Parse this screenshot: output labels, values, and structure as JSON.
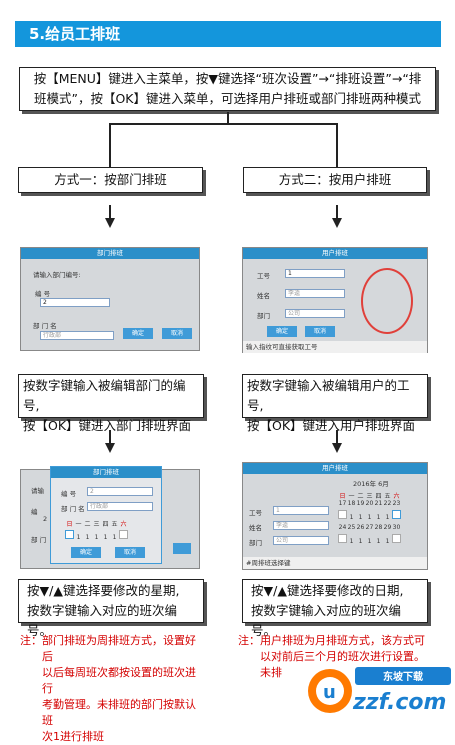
{
  "header": {
    "title": "5.给员工排班"
  },
  "intro": {
    "line1": "按【MENU】键进入主菜单，按▼键选择“班次设置”→“排班设置”→“排",
    "line2": "班模式”，按【OK】键进入菜单，可选择用户排班或部门排班两种模式"
  },
  "left": {
    "method": "方式一：按部门排班",
    "screen1": {
      "title": "部门排班",
      "prompt": "请输入部门编号:",
      "no_label": "编    号",
      "no_value": "2",
      "dept_label": "部 门 名",
      "dept_placeholder": "行政部",
      "ok": "确定",
      "cancel": "取消"
    },
    "step": {
      "line1": "按数字键输入被编辑部门的编号,",
      "line2": "按【OK】键进入部门排班界面"
    },
    "screen2": {
      "title": "部门排班",
      "prompt": "请输",
      "no_side": "编",
      "two": "2",
      "dept_side": "部 门",
      "no_label": "编    号",
      "no_value": "2",
      "dept_label": "部 门 名",
      "dept_placeholder": "行政部",
      "weekdays": [
        "日",
        "一",
        "二",
        "三",
        "四",
        "五",
        "六"
      ],
      "values": [
        "1",
        "1",
        "1",
        "1",
        "1"
      ],
      "ok": "确定",
      "cancel": "取消"
    },
    "step2": {
      "line1": "按▼/▲键选择要修改的星期,",
      "line2": "按数字键输入对应的班次编号。"
    },
    "note": {
      "label": "注：",
      "text1": "部门排班为周排班方式，设置好后",
      "text2": "以后每周班次都按设置的班次进行",
      "text3": "考勤管理。未排班的部门按默认班",
      "text4": "次1进行排班"
    }
  },
  "right": {
    "method": "方式二：按用户排班",
    "screen1": {
      "title": "用户排班",
      "id_label": "工号",
      "id_value": "1",
      "name_label": "姓名",
      "name_value": "李逵",
      "dept_label": "部门",
      "dept_value": "公司",
      "ok": "确定",
      "cancel": "取消",
      "status": "输入指纹可直接获取工号"
    },
    "step": {
      "line1": "按数字键输入被编辑用户的工号,",
      "line2": "按【OK】键进入用户排班界面"
    },
    "screen2": {
      "title": "用户排班",
      "month": "2016年 6月",
      "id_label": "工号",
      "id_value": "1",
      "name_label": "姓名",
      "name_value": "李逵",
      "dept_label": "部门",
      "dept_value": "公司",
      "weekdays": [
        "日",
        "一",
        "二",
        "三",
        "四",
        "五",
        "六"
      ],
      "row1": [
        "17",
        "18",
        "19",
        "20",
        "21",
        "22",
        "23"
      ],
      "row1v": [
        "",
        "1",
        "1",
        "1",
        "1",
        "1",
        ""
      ],
      "row2": [
        "24",
        "25",
        "26",
        "27",
        "28",
        "29",
        "30"
      ],
      "row2v": [
        "",
        "1",
        "1",
        "1",
        "1",
        "1",
        ""
      ],
      "status": "#周排班选择键"
    },
    "step2": {
      "line1": "按▼/▲键选择要修改的日期,",
      "line2": "按数字键输入对应的班次编号。"
    },
    "note": {
      "label": "注：",
      "text1": "用户排班为月排班方式，该方式可",
      "text2": "以对前后三个月的班次进行设置。",
      "text3": "未排"
    }
  },
  "watermark": {
    "text": "uzzf.com",
    "tag": "东坡下载"
  },
  "colors": {
    "accent": "#1496dc",
    "note": "#d40000",
    "screen_title": "#2b8fc9"
  }
}
